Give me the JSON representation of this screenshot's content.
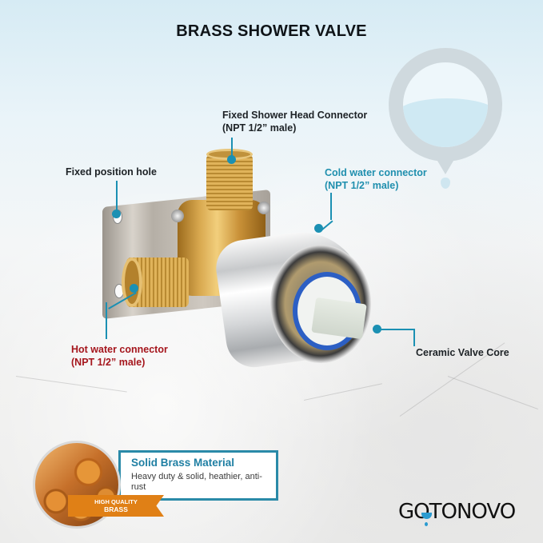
{
  "header": {
    "title": "BRASS SHOWER VALVE"
  },
  "callouts": {
    "shower_head": {
      "label": "Fixed Shower Head Connector",
      "spec": "(NPT 1/2” male)"
    },
    "fixed_hole": {
      "label": "Fixed position hole"
    },
    "cold_water": {
      "label": "Cold water connector",
      "spec": "(NPT 1/2” male)"
    },
    "hot_water": {
      "label": "Hot water connector",
      "spec": "(NPT 1/2” male)"
    },
    "ceramic_core": {
      "label": "Ceramic Valve Core"
    }
  },
  "feature": {
    "title": "Solid Brass Material",
    "description": "Heavy duty & solid, heathier, anti-rust",
    "ribbon_line1": "HIGH QUALITY",
    "ribbon_line2": "BRASS"
  },
  "brand": {
    "logo_text": "GOTONOVO"
  },
  "colors": {
    "accent_teal": "#1b90b3",
    "cold_label": "#1f8fae",
    "hot_label": "#a5161d",
    "ribbon_orange": "#e08016",
    "title_text": "#0f1418"
  },
  "icons": {
    "water_drop": "water-drop-icon",
    "callout_dot": "callout-dot-icon"
  }
}
